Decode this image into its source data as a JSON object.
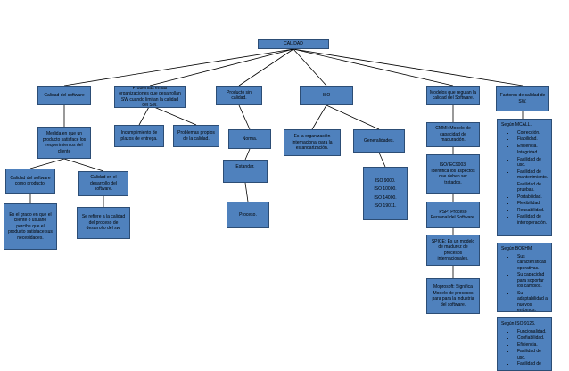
{
  "root": "CALIDAD",
  "level1": {
    "calidad_software": "Calidad del software",
    "problemas": "Problemas en las organizaciones que desarrollan SW cuando limitan la calidad del SW.",
    "producto": "Producto sin calidad.",
    "iso": "ISO",
    "modelos": "Modelos que regulan la calidad del Software.",
    "factores": "Factores de calidad de SW."
  },
  "medida": "Medida en que un producto satisface los requerimientos del cliente",
  "calidad_uso": "Calidad del software como producto.",
  "grado": "Es el grado en que el cliente o usuario percibe que el producto satisface sus necesidades.",
  "calidad_desarrollo": "Calidad en el desarrollo del software.",
  "se_refiere": "Se refiere a la calidad del proceso de desarrollo del sw.",
  "incumplimiento": "Incumplimiento de plazos de entrega.",
  "problemas_propios": "Problemas propios de la calidad.",
  "norma": "Norma.",
  "estandar": "Estandar.",
  "proceso": "Proceso.",
  "organizacion": "Es la organización internacional para la estandarización.",
  "generalidades": "Generalidades.",
  "iso_list": [
    "ISO 9000.",
    "ISO 10000.",
    "ISO 14000.",
    "ISO 19011."
  ],
  "modelos_list": [
    "CMMI: Modelo de capacidad de maduración.",
    "ISO/IEC9003: Identifica los aspectos que deben ser tratados.",
    "PSP: Proceso Personal del Software.",
    "SPICE: Es un modelo de madurez de procesos internacionales.",
    "Moprosoft: Significa Modelo de procesos para para la industria del software."
  ],
  "mccall": {
    "title": "Según MCALL.",
    "items": [
      "Corrección.",
      "Fiabilidad.",
      "Eficiencia.",
      "Integridad.",
      "Facilidad de uso.",
      "Facilidad de mantenimiento.",
      "Facilidad de pruebas.",
      "Portabilidad.",
      "Flexibilidad.",
      "Reusabilidad.",
      "Facilidad de interoperación."
    ]
  },
  "boehm": {
    "title": "Según BOEHM.",
    "items": [
      "Sus características operativas.",
      "Su capacidad para soportar los cambios.",
      "Su adaptabilidad a nuevos entornos."
    ]
  },
  "iso9126": {
    "title": "Según ISO 9126.",
    "items": [
      "Funcionalidad.",
      "Confiabilidad.",
      "Eficiencia.",
      "Facilidad de uso.",
      "Facilidad de"
    ]
  },
  "colors": {
    "node_fill": "#4f81bd",
    "node_border": "#2c4d75",
    "connector": "#000000"
  }
}
